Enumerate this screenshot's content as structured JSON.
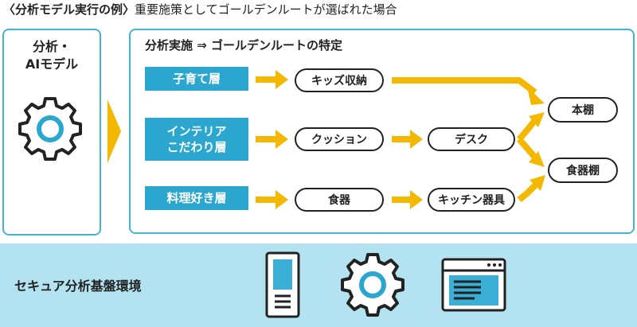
{
  "caption": {
    "lead": "〈分析モデル実行の例〉",
    "text": "重要施策としてゴールデンルートが選ばれた場合"
  },
  "left_panel": {
    "title_line1": "分析・",
    "title_line2": "AIモデル",
    "icon": "gear-icon"
  },
  "main_panel": {
    "title": "分析実施 ⇒ ゴールデンルートの特定",
    "segments": [
      {
        "label_line1": "子育て層",
        "label_line2": ""
      },
      {
        "label_line1": "インテリア",
        "label_line2": "こだわり層"
      },
      {
        "label_line1": "料理好き層",
        "label_line2": ""
      }
    ],
    "products": {
      "kids_storage": "キッズ収納",
      "cushion": "クッション",
      "desk": "デスク",
      "tableware": "食器",
      "kitchen_tools": "キッチン器具",
      "bookshelf": "本棚",
      "dish_shelf": "食器棚"
    }
  },
  "bottom_band": {
    "label": "セキュア分析基盤環境",
    "icons": [
      "server-icon",
      "gear-icon",
      "browser-window-icon"
    ]
  },
  "colors": {
    "accent_blue": "#2ba7cf",
    "arrow_yellow": "#f5b800",
    "band_blue": "#b3e2f1"
  }
}
